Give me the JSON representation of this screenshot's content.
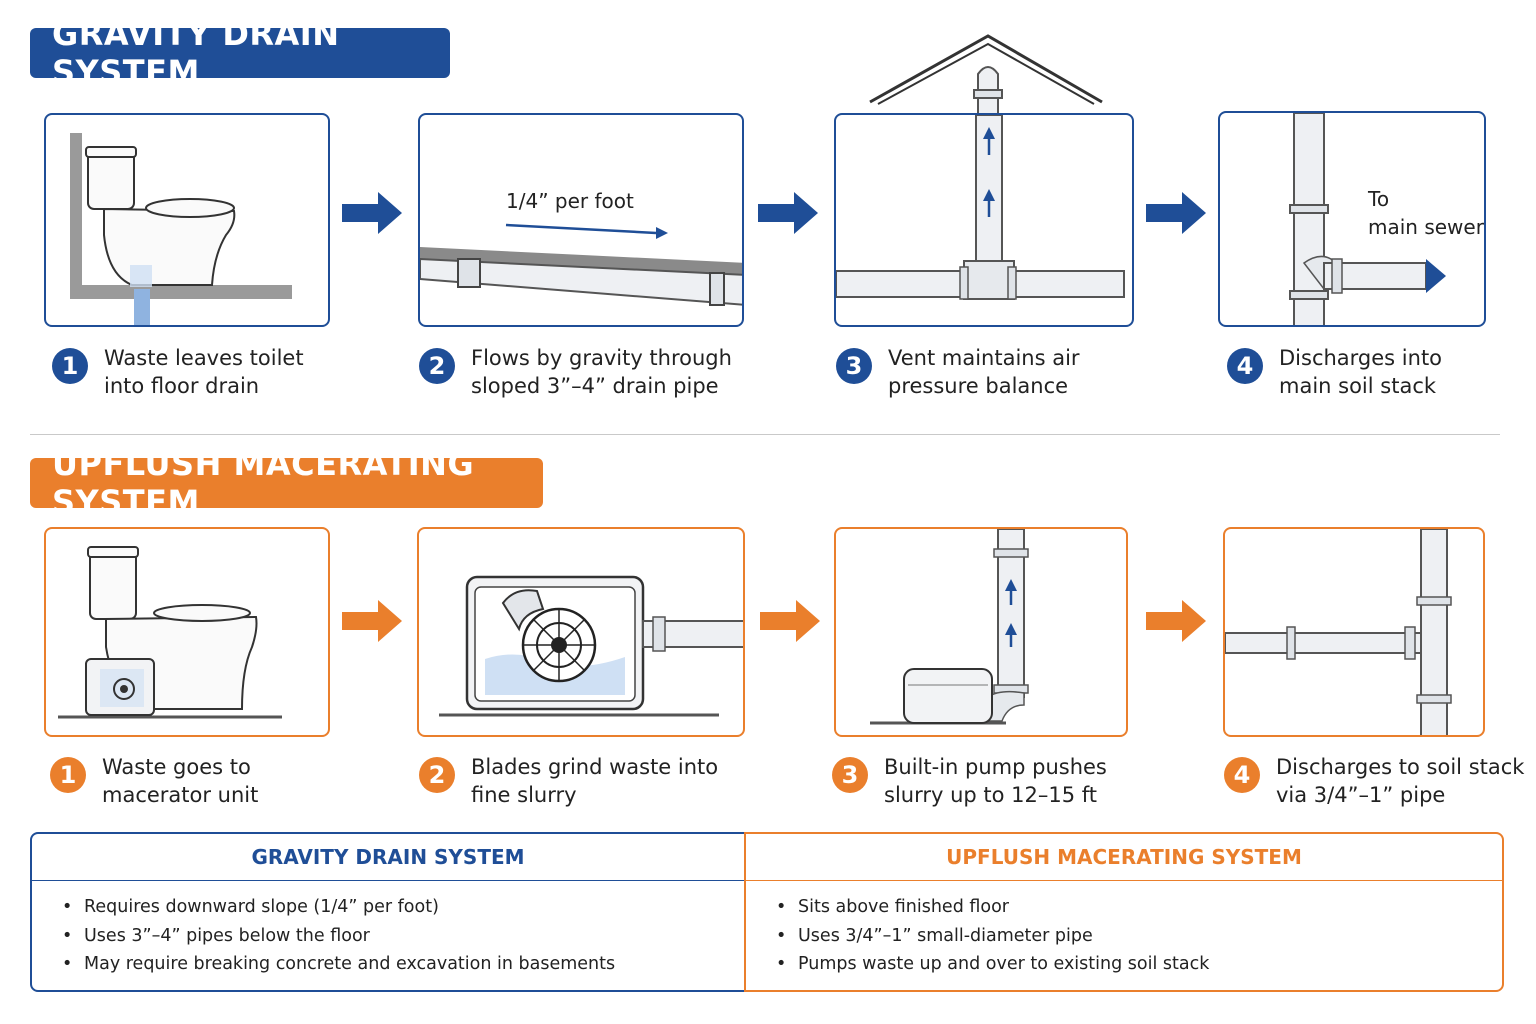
{
  "colors": {
    "blue": "#1f4e97",
    "orange": "#ea7f2c"
  },
  "gravity": {
    "title": "GRAVITY DRAIN SYSTEM",
    "steps": [
      {
        "number": "1",
        "text": "Waste leaves toilet\ninto floor drain"
      },
      {
        "number": "2",
        "text": "Flows by gravity through\nsloped 3”–4” drain pipe"
      },
      {
        "number": "3",
        "text": "Vent maintains air\npressure balance"
      },
      {
        "number": "4",
        "text": "Discharges into\nmain soil stack"
      }
    ],
    "slope_label": "1/4” per foot",
    "sewer_label": "To\nmain sewer"
  },
  "upflush": {
    "title": "UPFLUSH MACERATING SYSTEM",
    "steps": [
      {
        "number": "1",
        "text": "Waste goes to\nmacerator unit"
      },
      {
        "number": "2",
        "text": "Blades grind waste into\nfine slurry"
      },
      {
        "number": "3",
        "text": "Built-in pump pushes\nslurry up to 12–15 ft"
      },
      {
        "number": "4",
        "text": "Discharges to soil stack\nvia 3/4”–1” pipe"
      }
    ]
  },
  "comparison": {
    "gravity": {
      "heading": "GRAVITY DRAIN SYSTEM",
      "items": [
        "Requires downward slope (1/4” per foot)",
        "Uses 3”–4” pipes below the floor",
        "May require breaking concrete and excavation in basements"
      ]
    },
    "upflush": {
      "heading": "UPFLUSH MACERATING SYSTEM",
      "items": [
        "Sits above finished floor",
        "Uses 3/4”–1” small-diameter pipe",
        "Pumps waste up and over to existing soil stack"
      ]
    }
  }
}
